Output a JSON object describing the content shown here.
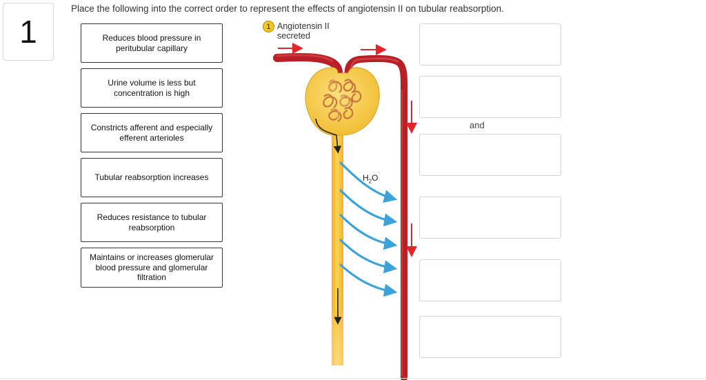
{
  "question_number": "1",
  "prompt": "Place the following into the correct order to represent the effects of angiotensin II on tubular reabsorption.",
  "choices": [
    "Reduces blood pressure in peritubular capillary",
    "Urine volume is less but concentration is high",
    "Constricts afferent and especially efferent arterioles",
    "Tubular reabsorption increases",
    "Reduces resistance to tubular reabsorption",
    "Maintains or increases glomerular blood pressure and glomerular filtration"
  ],
  "diagram": {
    "step_number": "1",
    "step_label_line1": "Angiotensin II",
    "step_label_line2": "secreted",
    "water_label": "H",
    "water_sub": "2",
    "water_label_end": "O"
  },
  "drop_zone_connector": "and",
  "colors": {
    "vessel_red": "#c8232c",
    "arrow_red": "#e2242b",
    "glomerulus_yellow": "#f8d44c",
    "tubule_yellow": "#f6c23a",
    "water_arrow_blue": "#3ba3d8"
  }
}
